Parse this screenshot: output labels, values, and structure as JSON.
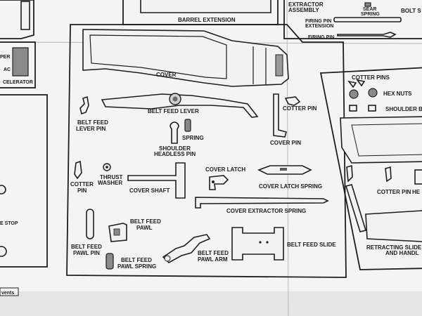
{
  "labels": {
    "barrel_extension": "BARREL EXTENSION",
    "extractor_assembly_1": "EXTRACTOR",
    "extractor_assembly_2": "ASSEMBLY",
    "sear_spring_1": "SEAR",
    "sear_spring_2": "SPRING",
    "bolt_stop": "BOLT S",
    "firing_pin_extension_1": "FIRING PIN",
    "firing_pin_extension_2": "EXTENSION",
    "firing_pin": "FIRING PIN",
    "cover": "COVER",
    "belt_feed_lever": "BELT FEED LEVER",
    "belt_feed_lever_pin_1": "BELT FEED",
    "belt_feed_lever_pin_2": "LEVER PIN",
    "spring": "SPRING",
    "shoulder_headless_pin_1": "SHOULDER",
    "shoulder_headless_pin_2": "HEADLESS PIN",
    "cotter_pin_right": "COTTER PIN",
    "cover_pin": "COVER PIN",
    "cotter_pin_left_1": "COTTER",
    "cotter_pin_left_2": "PIN",
    "thrust_washer_1": "THRUST",
    "thrust_washer_2": "WASHER",
    "cover_shaft": "COVER SHAFT",
    "cover_latch": "COVER LATCH",
    "cover_latch_spring": "COVER LATCH SPRING",
    "cover_extractor_spring": "COVER EXTRACTOR SPRING",
    "belt_feed_pawl_1": "BELT FEED",
    "belt_feed_pawl_2": "PAWL",
    "belt_feed_pawl_pin_1": "BELT FEED",
    "belt_feed_pawl_pin_2": "PAWL PIN",
    "belt_feed_pawl_spring_1": "BELT FEED",
    "belt_feed_pawl_spring_2": "PAWL SPRING",
    "belt_feed_pawl_arm_1": "BELT FEED",
    "belt_feed_pawl_arm_2": "PAWL ARM",
    "belt_feed_slide": "BELT FEED SLIDE",
    "cotter_pins": "COTTER PINS",
    "hex_nuts": "HEX NUTS",
    "shoulder_bolt": "SHOULDER BOLT",
    "cotter_pin_far_right": "COTTER PIN",
    "he_partial": "HE",
    "retracting_slide_1": "RETRACTING SLIDE",
    "retracting_slide_2": "AND HANDL",
    "left_per": "PER",
    "left_ac": "AC",
    "accelerator": "CELERATOR",
    "stop": "E STOP",
    "corner_tag": "vents"
  },
  "colors": {
    "paper": "#f4f4f4",
    "ink": "#1c1c1c",
    "backdrop": "#dcdcdc"
  }
}
